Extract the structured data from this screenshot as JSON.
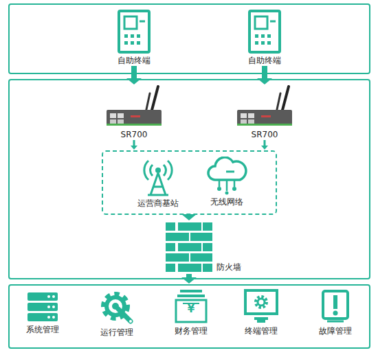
{
  "diagram": {
    "nodes": [
      {
        "text": []
      },
      {
        "text": [
          "自助终端"
        ],
        "in": 0
      },
      {
        "text": [
          "自助终端"
        ],
        "in": 0
      },
      {
        "text": []
      },
      {
        "text": [
          "SR700"
        ],
        "in": 3
      },
      {
        "text": [
          "SR700"
        ],
        "in": 3
      },
      {
        "text": [],
        "in": 3
      },
      {
        "text": [
          "运营商基站"
        ],
        "in": 6
      },
      {
        "text": [
          "无线网络"
        ],
        "in": 6
      },
      {
        "text": [
          "防火墙"
        ],
        "in": 3
      },
      {
        "text": []
      },
      {
        "text": [
          "系统管理"
        ],
        "in": 10
      },
      {
        "text": [
          "运行管理"
        ],
        "in": 10
      },
      {
        "text": [
          "财务管理"
        ],
        "in": 10
      },
      {
        "text": [
          "终端管理"
        ],
        "in": 10
      },
      {
        "text": [
          "故障管理"
        ],
        "in": 10
      }
    ],
    "edges": [
      {
        "from": 1,
        "to": 4,
        "arrow": "to"
      },
      {
        "from": 2,
        "to": 5,
        "arrow": "to"
      },
      {
        "from": 4,
        "to": 6,
        "arrow": "to"
      },
      {
        "from": 5,
        "to": 6,
        "arrow": "to"
      },
      {
        "from": 6,
        "to": 9,
        "arrow": "to"
      },
      {
        "from": 9,
        "to": 10,
        "arrow": "to"
      }
    ],
    "labels": [
      "¥"
    ]
  }
}
